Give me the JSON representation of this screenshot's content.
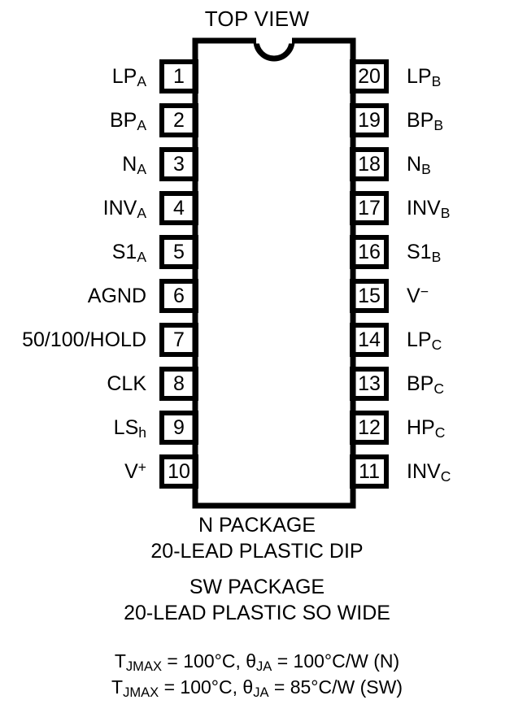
{
  "title": "TOP VIEW",
  "package": {
    "notch": "half-circle-notch",
    "body_outline": "dip-package-body"
  },
  "pins": {
    "left": [
      {
        "number": "1",
        "name": "LP",
        "sub": "A",
        "sup": ""
      },
      {
        "number": "2",
        "name": "BP",
        "sub": "A",
        "sup": ""
      },
      {
        "number": "3",
        "name": "N",
        "sub": "A",
        "sup": ""
      },
      {
        "number": "4",
        "name": "INV",
        "sub": "A",
        "sup": ""
      },
      {
        "number": "5",
        "name": "S1",
        "sub": "A",
        "sup": ""
      },
      {
        "number": "6",
        "name": "AGND",
        "sub": "",
        "sup": ""
      },
      {
        "number": "7",
        "name": "50/100/HOLD",
        "sub": "",
        "sup": ""
      },
      {
        "number": "8",
        "name": "CLK",
        "sub": "",
        "sup": ""
      },
      {
        "number": "9",
        "name": "LS",
        "sub": "h",
        "sup": ""
      },
      {
        "number": "10",
        "name": "V",
        "sub": "",
        "sup": "+"
      }
    ],
    "right": [
      {
        "number": "20",
        "name": "LP",
        "sub": "B",
        "sup": ""
      },
      {
        "number": "19",
        "name": "BP",
        "sub": "B",
        "sup": ""
      },
      {
        "number": "18",
        "name": "N",
        "sub": "B",
        "sup": ""
      },
      {
        "number": "17",
        "name": "INV",
        "sub": "B",
        "sup": ""
      },
      {
        "number": "16",
        "name": "S1",
        "sub": "B",
        "sup": ""
      },
      {
        "number": "15",
        "name": "V",
        "sub": "",
        "sup": "−"
      },
      {
        "number": "14",
        "name": "LP",
        "sub": "C",
        "sup": ""
      },
      {
        "number": "13",
        "name": "BP",
        "sub": "C",
        "sup": ""
      },
      {
        "number": "12",
        "name": "HP",
        "sub": "C",
        "sup": ""
      },
      {
        "number": "11",
        "name": "INV",
        "sub": "C",
        "sup": ""
      }
    ]
  },
  "captions": [
    "N PACKAGE",
    "20-LEAD PLASTIC DIP",
    "SW PACKAGE",
    "20-LEAD PLASTIC SO WIDE"
  ],
  "thermal": [
    {
      "t_symbol": "T",
      "t_sub": "JMAX",
      "t_value": " = 100°C, ",
      "theta_symbol": "θ",
      "theta_sub": "JA",
      "theta_value": " = 100°C/W (N)"
    },
    {
      "t_symbol": "T",
      "t_sub": "JMAX",
      "t_value": " = 100°C, ",
      "theta_symbol": "θ",
      "theta_sub": "JA",
      "theta_value": " = 85°C/W (SW)"
    }
  ],
  "colors": {
    "ink": "#000000",
    "background": "#ffffff"
  }
}
